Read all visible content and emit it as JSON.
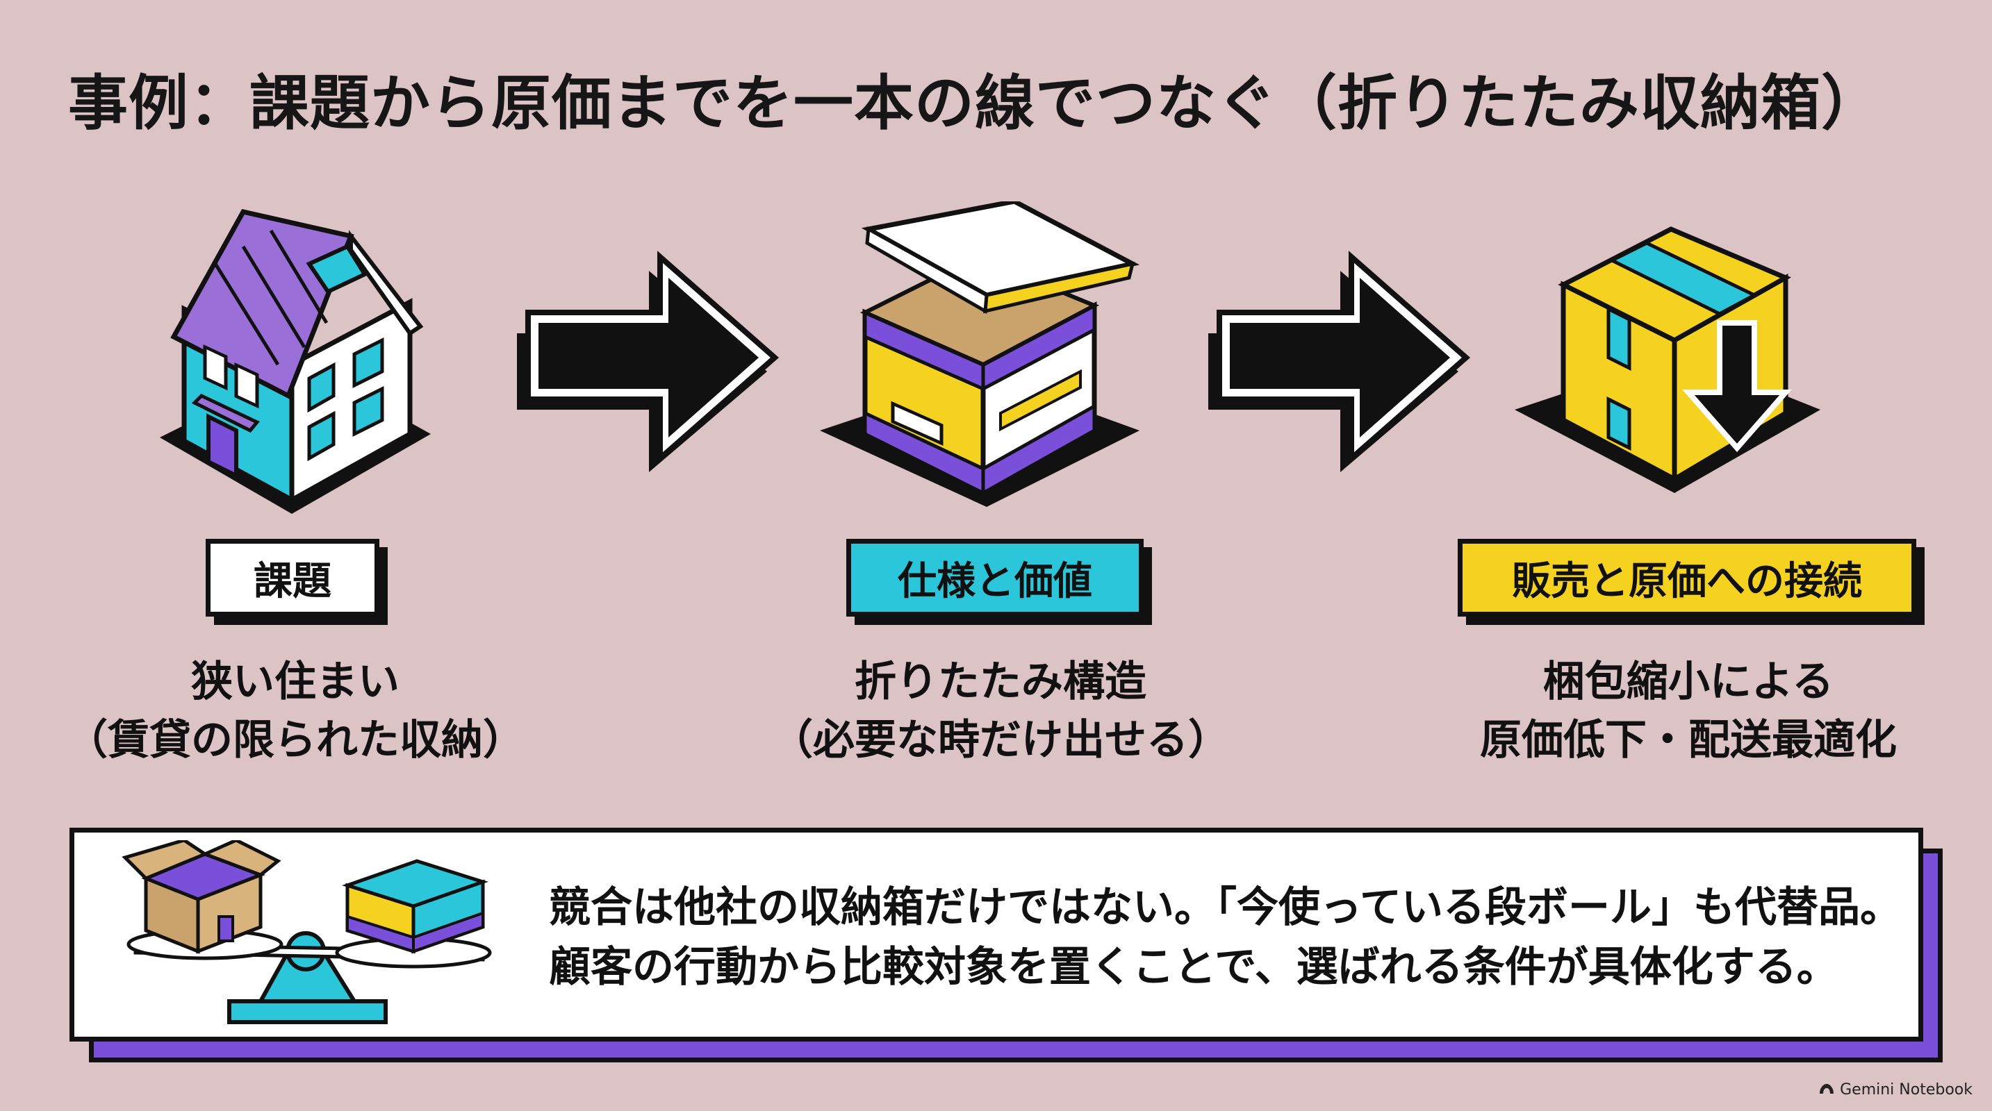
{
  "title": "事例：課題から原価までを一本の線でつなぐ（折りたたみ収納箱）",
  "steps": [
    {
      "icon": "house-icon",
      "tag": "課題",
      "desc_line1": "狭い住まい",
      "desc_line2": "（賃貸の限られた収納）"
    },
    {
      "icon": "open-storage-box-icon",
      "tag": "仕様と価値",
      "desc_line1": "折りたたみ構造",
      "desc_line2": "（必要な時だけ出せる）"
    },
    {
      "icon": "shipping-box-down-arrow-icon",
      "tag": "販売と原価への接続",
      "desc_line1": "梱包縮小による",
      "desc_line2": "原価低下・配送最適化"
    }
  ],
  "panel": {
    "icon": "scale-cardboard-vs-storage-box-icon",
    "line1": "競合は他社の収納箱だけではない。「今使っている段ボール」も代替品。",
    "line2": "顧客の行動から比較対象を置くことで、選ばれる条件が具体化する。"
  },
  "footer": {
    "label": "Gemini Notebook",
    "icon": "gemini-logo-icon"
  },
  "colors": {
    "background": "#dcc3c6",
    "cyan": "#2bc6d9",
    "purple": "#7a4fd9",
    "yellow": "#f4d21f",
    "ink": "#111111"
  }
}
